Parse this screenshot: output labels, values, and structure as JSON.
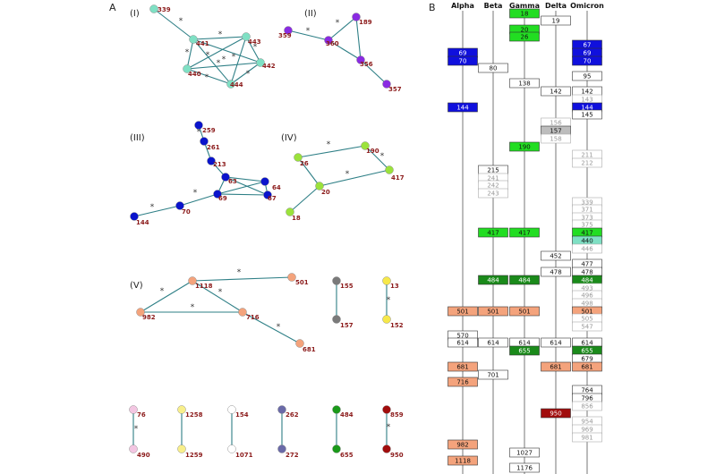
{
  "panels": {
    "a": "A",
    "b": "B"
  },
  "colors": {
    "teal": "#7fe0c4",
    "purple": "#8a2be2",
    "blue": "#0a14cc",
    "lime": "#9be23c",
    "salmon": "#f4a37c",
    "gray": "#7a7a7a",
    "yellow": "#f6e84a",
    "pink": "#f3c6e2",
    "lightyellow": "#f8ef8a",
    "white": "#ffffff",
    "slate": "#6a6aa8",
    "green": "#1a9a1a",
    "darkred": "#a10d0d",
    "edge": "#2e7f86",
    "label": "#8b1a1a"
  },
  "networks": [
    {
      "label": "(I)",
      "nodes": [
        {
          "id": "339",
          "c": "teal"
        },
        {
          "id": "441",
          "c": "teal"
        },
        {
          "id": "443",
          "c": "teal"
        },
        {
          "id": "442",
          "c": "teal"
        },
        {
          "id": "440",
          "c": "teal"
        },
        {
          "id": "444",
          "c": "teal"
        }
      ]
    },
    {
      "label": "(II)",
      "nodes": [
        {
          "id": "359",
          "c": "purple"
        },
        {
          "id": "189",
          "c": "purple"
        },
        {
          "id": "360",
          "c": "purple"
        },
        {
          "id": "356",
          "c": "purple"
        },
        {
          "id": "357",
          "c": "purple"
        }
      ]
    },
    {
      "label": "(III)",
      "nodes": [
        {
          "id": "259",
          "c": "blue"
        },
        {
          "id": "261",
          "c": "blue"
        },
        {
          "id": "213",
          "c": "blue"
        },
        {
          "id": "63",
          "c": "blue"
        },
        {
          "id": "64",
          "c": "blue"
        },
        {
          "id": "69",
          "c": "blue"
        },
        {
          "id": "67",
          "c": "blue"
        },
        {
          "id": "70",
          "c": "blue"
        },
        {
          "id": "144",
          "c": "blue"
        }
      ]
    },
    {
      "label": "(IV)",
      "nodes": [
        {
          "id": "190",
          "c": "lime"
        },
        {
          "id": "26",
          "c": "lime"
        },
        {
          "id": "417",
          "c": "lime"
        },
        {
          "id": "20",
          "c": "lime"
        },
        {
          "id": "18",
          "c": "lime"
        }
      ]
    },
    {
      "label": "(V)",
      "nodes": [
        {
          "id": "1118",
          "c": "salmon"
        },
        {
          "id": "501",
          "c": "salmon"
        },
        {
          "id": "982",
          "c": "salmon"
        },
        {
          "id": "716",
          "c": "salmon"
        },
        {
          "id": "681",
          "c": "salmon"
        }
      ]
    },
    {
      "label": "",
      "nodes": [
        {
          "id": "155",
          "c": "gray"
        },
        {
          "id": "157",
          "c": "gray"
        }
      ]
    },
    {
      "label": "",
      "nodes": [
        {
          "id": "13",
          "c": "yellow"
        },
        {
          "id": "152",
          "c": "yellow"
        }
      ]
    },
    {
      "label": "",
      "nodes": [
        {
          "id": "76",
          "c": "pink"
        },
        {
          "id": "490",
          "c": "pink"
        }
      ]
    },
    {
      "label": "",
      "nodes": [
        {
          "id": "1258",
          "c": "lightyellow"
        },
        {
          "id": "1259",
          "c": "lightyellow"
        }
      ]
    },
    {
      "label": "",
      "nodes": [
        {
          "id": "154",
          "c": "white"
        },
        {
          "id": "1071",
          "c": "white"
        }
      ]
    },
    {
      "label": "",
      "nodes": [
        {
          "id": "262",
          "c": "slate"
        },
        {
          "id": "272",
          "c": "slate"
        }
      ]
    },
    {
      "label": "",
      "nodes": [
        {
          "id": "484",
          "c": "green"
        },
        {
          "id": "655",
          "c": "green"
        }
      ]
    },
    {
      "label": "",
      "nodes": [
        {
          "id": "859",
          "c": "darkred"
        },
        {
          "id": "950",
          "c": "darkred"
        }
      ]
    }
  ],
  "columns": [
    "Alpha",
    "Beta",
    "Gamma",
    "Delta",
    "Omicron"
  ],
  "cells": [
    {
      "col": 2,
      "v": "18",
      "c": "#22dd22"
    },
    {
      "col": 3,
      "v": "19",
      "c": "#ffffff"
    },
    {
      "col": 2,
      "v": "20",
      "c": "#22dd22"
    },
    {
      "col": 2,
      "v": "26",
      "c": "#22dd22"
    },
    {
      "col": 4,
      "v": "67",
      "c": "#1010dd"
    },
    {
      "col": 0,
      "v": "69",
      "c": "#1010dd"
    },
    {
      "col": 4,
      "v": "69",
      "c": "#1010dd"
    },
    {
      "col": 0,
      "v": "70",
      "c": "#1010dd"
    },
    {
      "col": 4,
      "v": "70",
      "c": "#1010dd"
    },
    {
      "col": 1,
      "v": "80",
      "c": "#ffffff"
    },
    {
      "col": 4,
      "v": "95",
      "c": "#ffffff"
    },
    {
      "col": 2,
      "v": "138",
      "c": "#ffffff"
    },
    {
      "col": 3,
      "v": "142",
      "c": "#ffffff"
    },
    {
      "col": 4,
      "v": "142",
      "c": "#ffffff"
    },
    {
      "col": 4,
      "v": "143",
      "c": "#ffffff",
      "faded": true
    },
    {
      "col": 0,
      "v": "144",
      "c": "#1010dd"
    },
    {
      "col": 4,
      "v": "144",
      "c": "#1010dd"
    },
    {
      "col": 4,
      "v": "145",
      "c": "#ffffff"
    },
    {
      "col": 3,
      "v": "156",
      "c": "#ffffff",
      "faded": true
    },
    {
      "col": 3,
      "v": "157",
      "c": "#bdbdbd"
    },
    {
      "col": 3,
      "v": "158",
      "c": "#ffffff",
      "faded": true
    },
    {
      "col": 2,
      "v": "190",
      "c": "#22dd22"
    },
    {
      "col": 4,
      "v": "211",
      "c": "#ffffff",
      "faded": true
    },
    {
      "col": 4,
      "v": "212",
      "c": "#ffffff",
      "faded": true
    },
    {
      "col": 1,
      "v": "215",
      "c": "#ffffff"
    },
    {
      "col": 1,
      "v": "241",
      "c": "#ffffff",
      "faded": true
    },
    {
      "col": 1,
      "v": "242",
      "c": "#ffffff",
      "faded": true
    },
    {
      "col": 1,
      "v": "243",
      "c": "#ffffff",
      "faded": true
    },
    {
      "col": 4,
      "v": "339",
      "c": "#ffffff",
      "faded": true
    },
    {
      "col": 4,
      "v": "371",
      "c": "#ffffff",
      "faded": true
    },
    {
      "col": 4,
      "v": "373",
      "c": "#ffffff",
      "faded": true
    },
    {
      "col": 4,
      "v": "375",
      "c": "#ffffff",
      "faded": true
    },
    {
      "col": 1,
      "v": "417",
      "c": "#22dd22"
    },
    {
      "col": 2,
      "v": "417",
      "c": "#22dd22"
    },
    {
      "col": 4,
      "v": "417",
      "c": "#22dd22"
    },
    {
      "col": 4,
      "v": "440",
      "c": "#7fe0c4"
    },
    {
      "col": 4,
      "v": "446",
      "c": "#ffffff",
      "faded": true
    },
    {
      "col": 3,
      "v": "452",
      "c": "#ffffff"
    },
    {
      "col": 4,
      "v": "477",
      "c": "#ffffff"
    },
    {
      "col": 3,
      "v": "478",
      "c": "#ffffff"
    },
    {
      "col": 4,
      "v": "478",
      "c": "#ffffff"
    },
    {
      "col": 1,
      "v": "484",
      "c": "#1a8a1a"
    },
    {
      "col": 2,
      "v": "484",
      "c": "#1a8a1a"
    },
    {
      "col": 4,
      "v": "484",
      "c": "#1a8a1a"
    },
    {
      "col": 4,
      "v": "493",
      "c": "#ffffff",
      "faded": true
    },
    {
      "col": 4,
      "v": "496",
      "c": "#ffffff",
      "faded": true
    },
    {
      "col": 4,
      "v": "498",
      "c": "#ffffff",
      "faded": true
    },
    {
      "col": 0,
      "v": "501",
      "c": "#f4a37c"
    },
    {
      "col": 1,
      "v": "501",
      "c": "#f4a37c"
    },
    {
      "col": 2,
      "v": "501",
      "c": "#f4a37c"
    },
    {
      "col": 4,
      "v": "501",
      "c": "#f4a37c"
    },
    {
      "col": 4,
      "v": "505",
      "c": "#ffffff",
      "faded": true
    },
    {
      "col": 4,
      "v": "547",
      "c": "#ffffff",
      "faded": true
    },
    {
      "col": 0,
      "v": "570",
      "c": "#ffffff"
    },
    {
      "col": 0,
      "v": "614",
      "c": "#ffffff"
    },
    {
      "col": 1,
      "v": "614",
      "c": "#ffffff"
    },
    {
      "col": 2,
      "v": "614",
      "c": "#ffffff"
    },
    {
      "col": 3,
      "v": "614",
      "c": "#ffffff"
    },
    {
      "col": 4,
      "v": "614",
      "c": "#ffffff"
    },
    {
      "col": 2,
      "v": "655",
      "c": "#1a8a1a"
    },
    {
      "col": 4,
      "v": "655",
      "c": "#1a8a1a"
    },
    {
      "col": 4,
      "v": "679",
      "c": "#ffffff"
    },
    {
      "col": 0,
      "v": "681",
      "c": "#f4a37c"
    },
    {
      "col": 3,
      "v": "681",
      "c": "#f4a37c"
    },
    {
      "col": 4,
      "v": "681",
      "c": "#f4a37c"
    },
    {
      "col": 1,
      "v": "701",
      "c": "#ffffff"
    },
    {
      "col": 0,
      "v": "716",
      "c": "#f4a37c"
    },
    {
      "col": 4,
      "v": "764",
      "c": "#ffffff"
    },
    {
      "col": 4,
      "v": "796",
      "c": "#ffffff"
    },
    {
      "col": 4,
      "v": "856",
      "c": "#ffffff",
      "faded": true
    },
    {
      "col": 3,
      "v": "950",
      "c": "#a10d0d"
    },
    {
      "col": 4,
      "v": "954",
      "c": "#ffffff",
      "faded": true
    },
    {
      "col": 4,
      "v": "969",
      "c": "#ffffff",
      "faded": true
    },
    {
      "col": 4,
      "v": "981",
      "c": "#ffffff",
      "faded": true
    },
    {
      "col": 0,
      "v": "982",
      "c": "#f4a37c"
    },
    {
      "col": 2,
      "v": "1027",
      "c": "#ffffff"
    },
    {
      "col": 0,
      "v": "1118",
      "c": "#f4a37c"
    },
    {
      "col": 2,
      "v": "1176",
      "c": "#ffffff"
    }
  ]
}
